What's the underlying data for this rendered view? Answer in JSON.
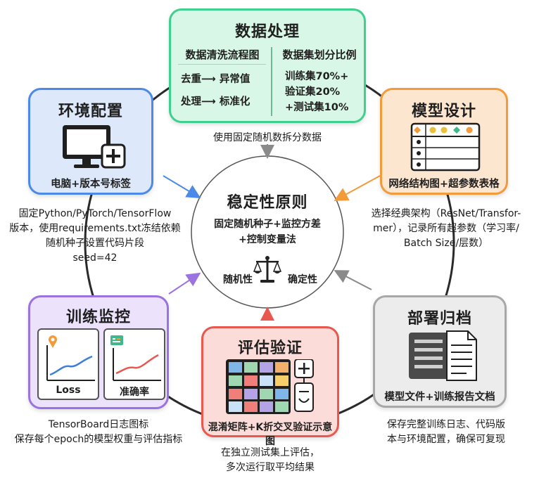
{
  "center": {
    "title": "稳定性原则",
    "subtitle_line1": "固定随机种子+监控方差",
    "subtitle_line2": "+控制变量法",
    "left_label": "随机性",
    "right_label": "确定性",
    "icon": "balance-scale-icon"
  },
  "data_processing": {
    "title": "数据处理",
    "left_header": "数据清洗流程图",
    "left_lines": [
      "去重⟶ 异常值",
      "处理⟶ 标准化"
    ],
    "right_header": "数据集划分比例",
    "right_lines": [
      "训练集70%+",
      "验证集20%",
      "+测试集10%"
    ],
    "note": "使用固定随机数拆分数据"
  },
  "environment": {
    "title": "环境配置",
    "caption": "电脑+版本号标签",
    "icon": "computer-icon",
    "note_lines": [
      "固定Python/PyTorch/TensorFlow",
      "版本，使用requirements.txt冻结依赖",
      "随机种子设置代码片段",
      "seed=42"
    ]
  },
  "model_design": {
    "title": "模型设计",
    "caption": "网络结构图+超参数表格",
    "icon": "table-icon",
    "note_lines": [
      "选择经典架构（ResNet/Transfor-",
      "mer），记录所有超参数（学习率/",
      "Batch Size/层数）"
    ]
  },
  "training": {
    "title": "训练监控",
    "icon": "line-chart-icon",
    "chart1_label": "Loss",
    "chart2_label": "准确率",
    "note_lines": [
      "TensorBoard日志图标",
      "保存每个epoch的模型权重与评估指标"
    ]
  },
  "evaluation": {
    "title": "评估验证",
    "caption": "混淆矩阵+K折交叉验证示意图",
    "icon": "matrix-icon",
    "note_lines": [
      "在独立测试集上评估，",
      "多次运行取平均结果"
    ]
  },
  "deployment": {
    "title": "部署归档",
    "caption": "模型文件+训练报告文档",
    "icon": "document-icon",
    "note_lines": [
      "保存完整训练日志、代码版",
      "本与环境配置，确保可复现"
    ]
  },
  "colors": {
    "green": "#3fcf8e",
    "blue": "#4b8ae8",
    "orange": "#f39a3b",
    "purple": "#9b73e0",
    "red": "#e8584f",
    "gray": "#9a9a9a"
  }
}
